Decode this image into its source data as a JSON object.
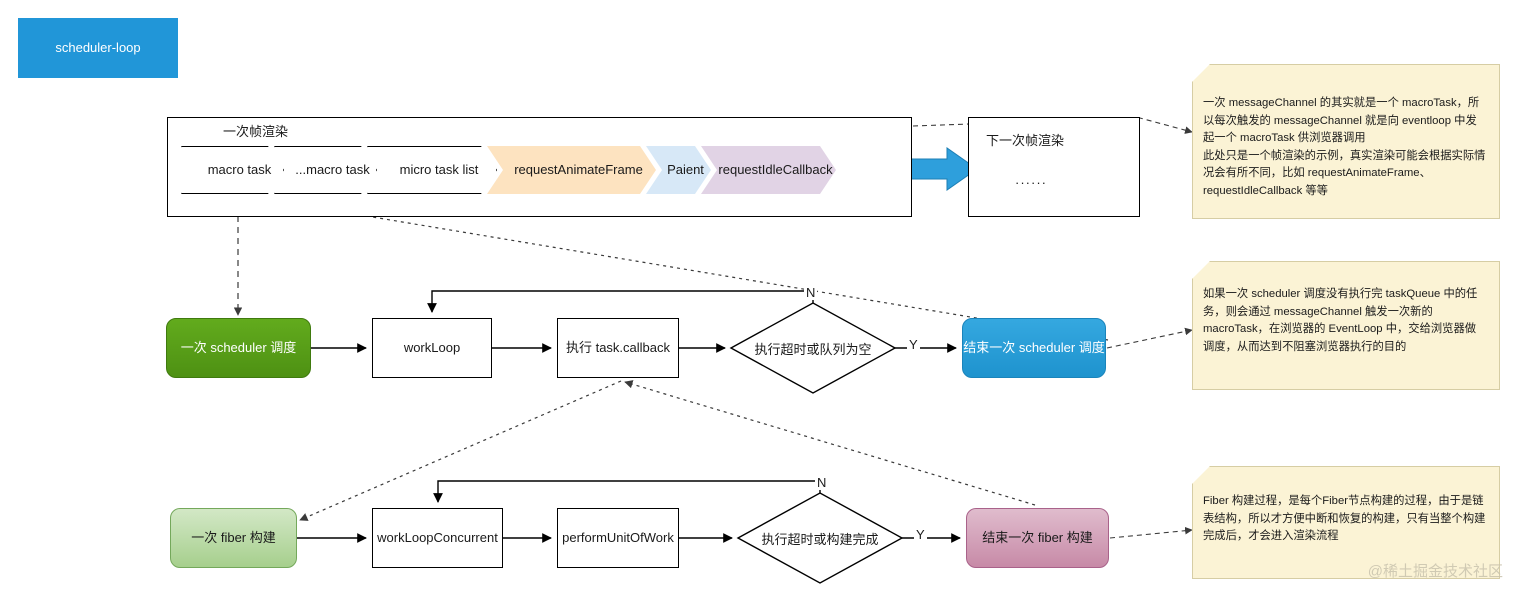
{
  "title_chip": {
    "label": "scheduler-loop",
    "color": "#2196d8"
  },
  "frame_render": {
    "title": "一次帧渲染",
    "steps": [
      {
        "label": "macro task",
        "style": "white"
      },
      {
        "label": "...macro task",
        "style": "white"
      },
      {
        "label": "micro task list",
        "style": "white"
      },
      {
        "label": "requestAnimateFrame",
        "style": "orange"
      },
      {
        "label": "Paient",
        "style": "blue"
      },
      {
        "label": "requestIdleCallback",
        "style": "purple"
      }
    ],
    "arrow_icon": "right-arrow-icon",
    "arrow_color": "#2196d8"
  },
  "next_frame": {
    "title": "下一次帧渲染",
    "dots": "······"
  },
  "notes": [
    {
      "id": "note-messagechannel",
      "text": "一次 messageChannel 的其实就是一个 macroTask，所以每次触发的 messageChannel 就是向 eventloop 中发起一个 macroTask 供浏览器调用\n此处只是一个帧渲染的示例，真实渲染可能会根据实际情况会有所不同，比如 requestAnimateFrame、requestIdleCallback 等等"
    },
    {
      "id": "note-scheduler",
      "text": "如果一次 scheduler 调度没有执行完 taskQueue 中的任务，则会通过 messageChannel 触发一次新的 macroTask，在浏览器的 EventLoop 中，交给浏览器做调度，从而达到不阻塞浏览器执行的目的"
    },
    {
      "id": "note-fiber",
      "text": "Fiber 构建过程，是每个Fiber节点构建的过程，由于是链表结构，所以才方便中断和恢复的构建，只有当整个构建完成后，才会进入渲染流程"
    }
  ],
  "scheduler_flow": {
    "start": "一次 scheduler 调度",
    "step1": "workLoop",
    "step2": "执行 task.callback",
    "decision": "执行超时或队列为空",
    "no_label": "N",
    "yes_label": "Y",
    "end": "结束一次 scheduler  调度"
  },
  "fiber_flow": {
    "start": "一次 fiber 构建",
    "step1": "workLoopConcurrent",
    "step2": "performUnitOfWork",
    "decision": "执行超时或构建完成",
    "no_label": "N",
    "yes_label": "Y",
    "end": "结束一次 fiber 构建"
  },
  "watermark": "@稀土掘金技术社区"
}
